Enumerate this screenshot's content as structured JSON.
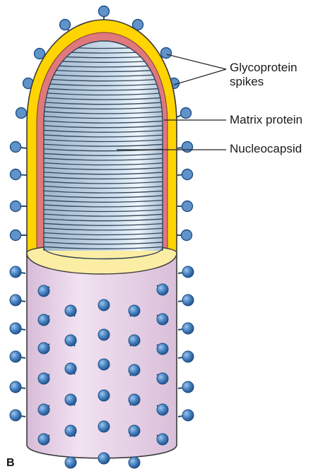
{
  "figure": {
    "panel_letter": "B",
    "labels": {
      "glycoprotein_line1": "Glycoprotein",
      "glycoprotein_line2": "spikes",
      "matrix": "Matrix protein",
      "nucleocapsid": "Nucleocapsid"
    },
    "colors": {
      "envelope": "#ffd400",
      "envelope_stroke": "#3a3a3a",
      "matrix_layer": "#e0787c",
      "coil_fill": "#b9cfe2",
      "coil_stroke": "#33465a",
      "membrane_cut": "#fbeea4",
      "body": "#e8d2e8",
      "spike_head": "#4a86c5",
      "spike_head_dark": "#1f4f86",
      "spike_stalk": "#2c4a6e"
    }
  }
}
